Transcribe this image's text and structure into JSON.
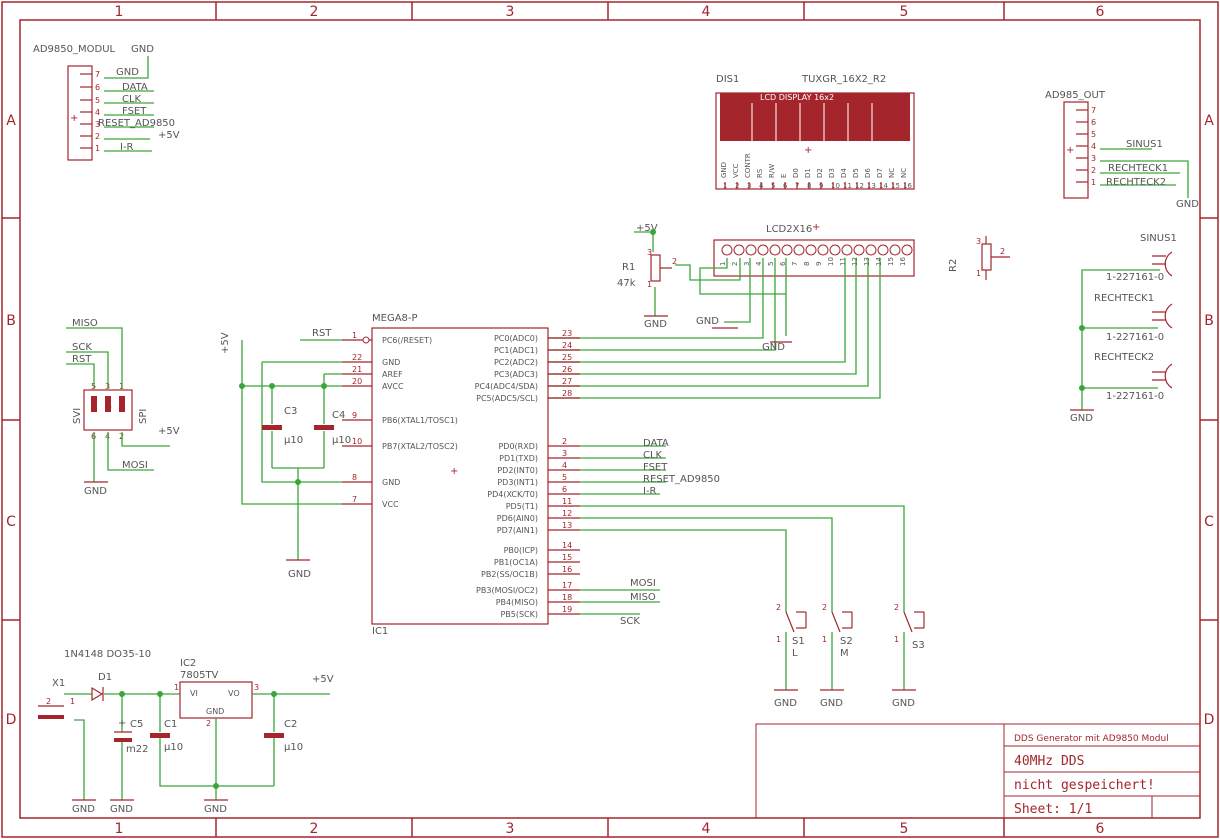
{
  "frame": {
    "columns": [
      "1",
      "2",
      "3",
      "4",
      "5",
      "6"
    ],
    "rows": [
      "A",
      "B",
      "C",
      "D"
    ]
  },
  "title_block": {
    "description": "DDS Generator mit AD9850 Modul",
    "title": "40MHz DDS",
    "status": "nicht gespeichert!",
    "sheet": "Sheet: 1/1"
  },
  "connectors": {
    "ad9850_module": {
      "name": "AD9850_MODUL",
      "top_label": "GND",
      "pins": [
        "7",
        "6",
        "5",
        "4",
        "3",
        "2",
        "1"
      ],
      "signals": [
        "GND",
        "DATA",
        "CLK",
        "FSET",
        "RESET_AD9850",
        "+5V",
        "I-R"
      ]
    },
    "ad985_out": {
      "name": "AD985_OUT",
      "pins": [
        "7",
        "6",
        "5",
        "4",
        "3",
        "2",
        "1"
      ],
      "signals": [
        "SINUS1",
        "RECHTECK1",
        "RECHTECK2"
      ],
      "gnd": "GND"
    },
    "spi": {
      "side_labels": [
        "SVI",
        "SPI"
      ],
      "pins": [
        "5",
        "3",
        "1",
        "6",
        "4",
        "2"
      ],
      "signals": [
        "MISO",
        "SCK",
        "RST",
        "+5V",
        "MOSI",
        "GND"
      ]
    },
    "outputs": [
      {
        "net": "SINUS1",
        "part": "1-227161-0"
      },
      {
        "net": "RECHTECK1",
        "part": "1-227161-0"
      },
      {
        "net": "RECHTECK2",
        "part": "1-227161-0"
      }
    ],
    "output_gnd": "GND"
  },
  "display": {
    "ref": "DIS1",
    "value": "TUXGR_16X2_R2",
    "caption": "LCD DISPLAY 16x2",
    "pin_names": [
      "GND",
      "VCC",
      "CONTR",
      "RS",
      "R/W",
      "E",
      "D0",
      "D1",
      "D2",
      "D3",
      "D4",
      "D5",
      "D6",
      "D7",
      "NC",
      "NC"
    ],
    "pin_numbers": [
      "1",
      "2",
      "3",
      "4",
      "5",
      "6",
      "7",
      "8",
      "9",
      "10",
      "11",
      "12",
      "13",
      "14",
      "15",
      "16"
    ],
    "header": "LCD2X16",
    "header_gnd": "GND"
  },
  "pots": {
    "r1": {
      "ref": "R1",
      "value": "47k",
      "supply": "+5V",
      "gnd": "GND",
      "pins": [
        "3",
        "2",
        "1"
      ]
    },
    "r2": {
      "ref": "R2",
      "pins": [
        "3",
        "2",
        "1"
      ]
    }
  },
  "mcu": {
    "name": "MEGA8-P",
    "ref": "IC1",
    "rst_net": "RST",
    "supply": "+5V",
    "gnd": "GND",
    "left_pins": [
      {
        "num": "1",
        "name": "PC6(/RESET)"
      },
      {
        "num": "22",
        "name": "GND"
      },
      {
        "num": "21",
        "name": "AREF"
      },
      {
        "num": "20",
        "name": "AVCC"
      },
      {
        "num": "9",
        "name": "PB6(XTAL1/TOSC1)"
      },
      {
        "num": "10",
        "name": "PB7(XTAL2/TOSC2)"
      },
      {
        "num": "8",
        "name": "GND"
      },
      {
        "num": "7",
        "name": "VCC"
      }
    ],
    "right_pins": [
      {
        "num": "23",
        "name": "PC0(ADC0)"
      },
      {
        "num": "24",
        "name": "PC1(ADC1)"
      },
      {
        "num": "25",
        "name": "PC2(ADC2)"
      },
      {
        "num": "26",
        "name": "PC3(ADC3)"
      },
      {
        "num": "27",
        "name": "PC4(ADC4/SDA)"
      },
      {
        "num": "28",
        "name": "PC5(ADC5/SCL)"
      },
      {
        "num": "2",
        "name": "PD0(RXD)"
      },
      {
        "num": "3",
        "name": "PD1(TXD)"
      },
      {
        "num": "4",
        "name": "PD2(INT0)"
      },
      {
        "num": "5",
        "name": "PD3(INT1)"
      },
      {
        "num": "6",
        "name": "PD4(XCK/T0)"
      },
      {
        "num": "11",
        "name": "PD5(T1)"
      },
      {
        "num": "12",
        "name": "PD6(AIN0)"
      },
      {
        "num": "13",
        "name": "PD7(AIN1)"
      },
      {
        "num": "14",
        "name": "PB0(ICP)"
      },
      {
        "num": "15",
        "name": "PB1(OC1A)"
      },
      {
        "num": "16",
        "name": "PB2(SS/OC1B)"
      },
      {
        "num": "17",
        "name": "PB3(MOSI/OC2)"
      },
      {
        "num": "18",
        "name": "PB4(MISO)"
      },
      {
        "num": "19",
        "name": "PB5(SCK)"
      }
    ],
    "net_labels": [
      "DATA",
      "CLK",
      "FSET",
      "RESET_AD9850",
      "I-R",
      "MOSI",
      "MISO",
      "SCK"
    ],
    "caps": [
      {
        "ref": "C3",
        "value": "µ10"
      },
      {
        "ref": "C4",
        "value": "µ10"
      }
    ]
  },
  "switches": [
    {
      "ref": "S1",
      "label": "L",
      "pins": [
        "2",
        "1"
      ]
    },
    {
      "ref": "S2",
      "label": "M",
      "pins": [
        "2",
        "1"
      ]
    },
    {
      "ref": "S3",
      "label": "",
      "pins": [
        "2",
        "1"
      ]
    }
  ],
  "switch_gnd": "GND",
  "power": {
    "diode_label": "1N4148 DO35-10",
    "diode_ref": "D1",
    "jack_ref": "X1",
    "jack_pins": [
      "2",
      "1"
    ],
    "reg_ref": "IC2",
    "reg_value": "7805TV",
    "reg_pins": [
      "VI",
      "VO",
      "GND"
    ],
    "reg_pin_nums": [
      "1",
      "3",
      "2"
    ],
    "out": "+5V",
    "gnd": "GND",
    "caps": [
      {
        "ref": "C5",
        "value": "m22"
      },
      {
        "ref": "C1",
        "value": "µ10"
      },
      {
        "ref": "C2",
        "value": "µ10"
      }
    ]
  }
}
